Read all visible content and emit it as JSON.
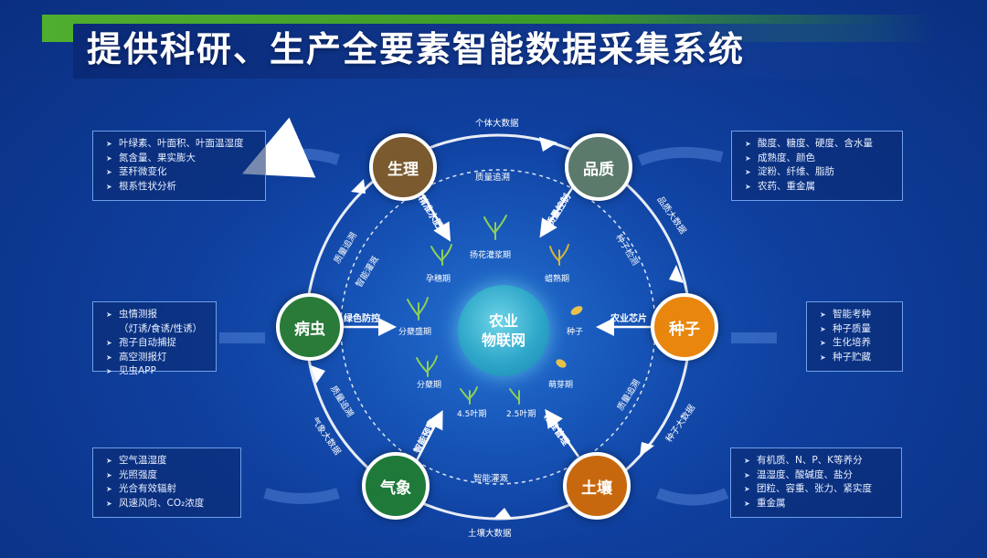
{
  "title": "提供科研、生产全要素智能数据采集系统",
  "center": {
    "line1": "农业",
    "line2": "物联网"
  },
  "nodes": {
    "shengli": "生理",
    "pinzhi": "品质",
    "zhongzi": "种子",
    "turang": "土壤",
    "qixiang": "气象",
    "bingchong": "病虫"
  },
  "outer_labels": {
    "top": "个体大数据",
    "right_upper": "品质大数据",
    "right_lower": "种子大数据",
    "bottom": "土壤大数据",
    "left_lower": "气象大数据"
  },
  "arrow_labels": {
    "jingzhun_shuifei": "精准水肥",
    "zhiliang_kongzhi": "质量控制",
    "nongye_xinpian": "农业芯片",
    "jingzhun_guanli": "精准管理",
    "zhineng_yujing": "智能预警",
    "lvse_fangkong": "绿色防控"
  },
  "inner_ring_labels": {
    "top": "质量追溯",
    "right_upper": "种子检测",
    "right_lower": "质量追溯",
    "bottom": "智能灌溉",
    "left_upper1": "质量追溯",
    "left_upper2": "智能灌溉",
    "left_lower": "质量追溯"
  },
  "stages": {
    "yangsui": "孕穗期",
    "yanghua": "扬花灌浆期",
    "chengshu": "蜡熟期",
    "fennie_sheng": "分蘖盛期",
    "zhongzi": "种子",
    "fennie": "分蘖期",
    "mengya": "萌芽期",
    "ye45": "4.5叶期",
    "ye25": "2.5叶期"
  },
  "panels": {
    "shengli": [
      "叶绿素、叶面积、叶面温湿度",
      "氮含量、果实膨大",
      "茎秆微变化",
      "根系性状分析"
    ],
    "pinzhi": [
      "酸度、糖度、硬度、含水量",
      "成熟度、颜色",
      "淀粉、纤维、脂肪",
      "农药、重金属"
    ],
    "bingchong": [
      "虫情测报",
      "（灯诱/食诱/性诱）",
      "孢子自动捕捉",
      "高空测报灯",
      "见虫APP"
    ],
    "zhongzi": [
      "智能考种",
      "种子质量",
      "生化培养",
      "种子贮藏"
    ],
    "qixiang": [
      "空气温湿度",
      "光照强度",
      "光合有效辐射",
      "风速风向、CO₂浓度"
    ],
    "turang": [
      "有机质、N、P、K等养分",
      "温湿度、酸碱度、盐分",
      "团粒、容重、张力、紧实度",
      "重金属"
    ]
  },
  "colors": {
    "shengli": "#7a5a2e",
    "pinzhi": "#5b7a6b",
    "zhongzi": "#e8860e",
    "turang": "#c8680e",
    "qixiang": "#1f7a3a",
    "bingchong": "#2a7a3a",
    "accent_green": "#4fae2e"
  }
}
